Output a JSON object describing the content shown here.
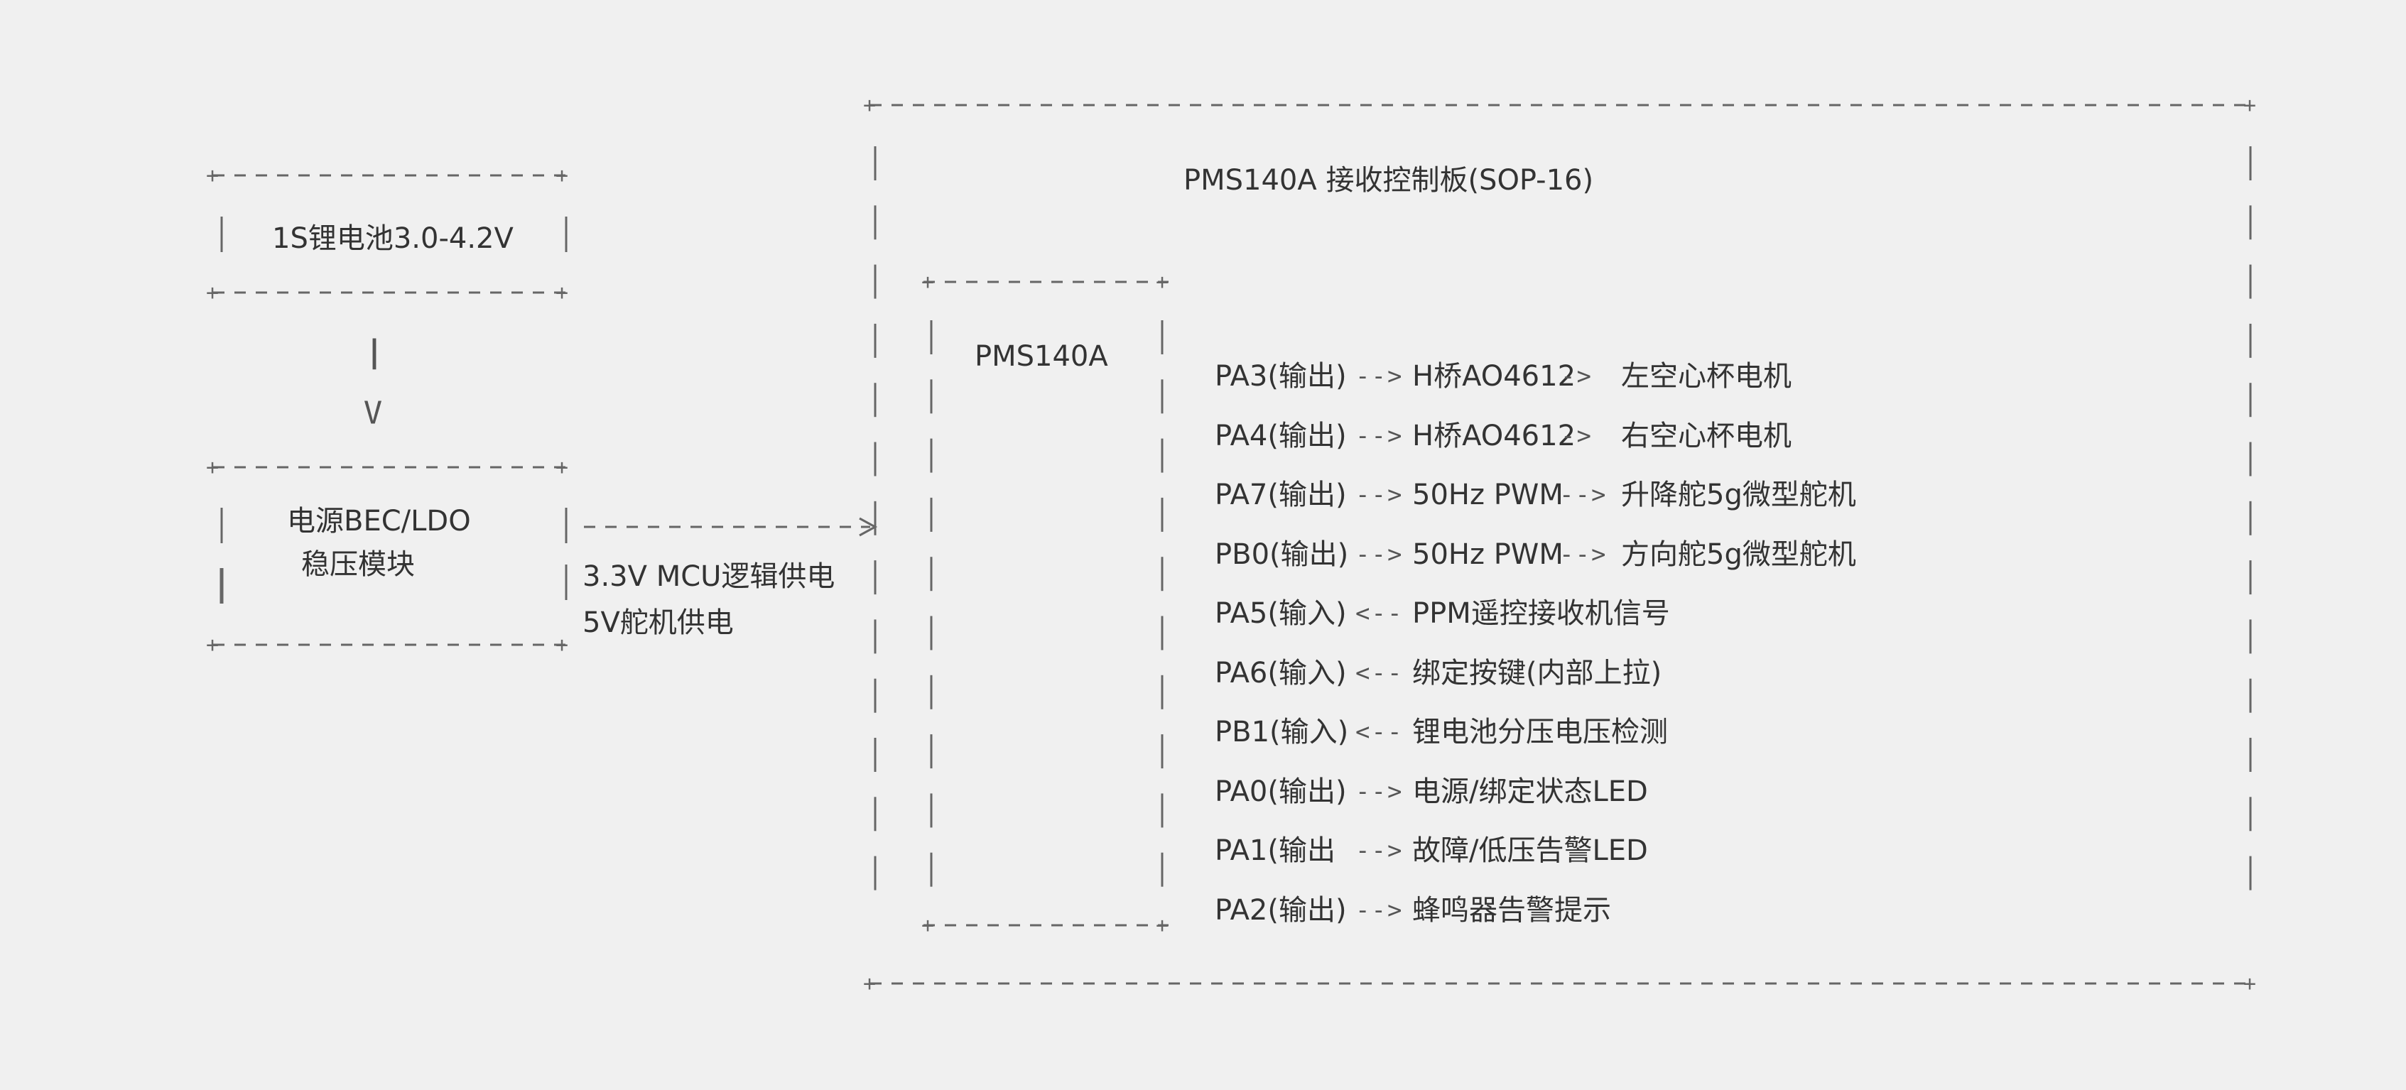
{
  "colors": {
    "background": "#f0f0f0",
    "line": "#666666",
    "text": "#333333"
  },
  "battery": {
    "label": "1S锂电池3.0-4.2V"
  },
  "down_arrow": {
    "stem": "|",
    "head": "V"
  },
  "regulator": {
    "line1": "电源BEC/LDO",
    "line2": "稳压模块"
  },
  "supply_link": {
    "line1": "3.3V MCU逻辑供电",
    "line2": "5V舵机供电"
  },
  "board": {
    "title": "PMS140A 接收控制板(SOP-16)"
  },
  "mcu": {
    "label": "PMS140A"
  },
  "pins": [
    {
      "pin": "PA3(输出)",
      "arrow": "-->",
      "target": "H桥AO4612",
      "arrow2": "->",
      "target2": "左空心杯电机"
    },
    {
      "pin": "PA4(输出)",
      "arrow": "-->",
      "target": "H桥AO4612",
      "arrow2": "->",
      "target2": "右空心杯电机"
    },
    {
      "pin": "PA7(输出)",
      "arrow": "-->",
      "target": "50Hz PWM",
      "arrow2": "-->",
      "target2": "升降舵5g微型舵机"
    },
    {
      "pin": "PB0(输出)",
      "arrow": "-->",
      "target": "50Hz PWM",
      "arrow2": "-->",
      "target2": "方向舵5g微型舵机"
    },
    {
      "pin": "PA5(输入)",
      "arrow": "<--",
      "target": "PPM遥控接收机信号",
      "arrow2": "",
      "target2": ""
    },
    {
      "pin": "PA6(输入)",
      "arrow": "<--",
      "target": "绑定按键(内部上拉)",
      "arrow2": "",
      "target2": ""
    },
    {
      "pin": "PB1(输入)",
      "arrow": "<--",
      "target": "锂电池分压电压检测",
      "arrow2": "",
      "target2": ""
    },
    {
      "pin": "PA0(输出)",
      "arrow": "-->",
      "target": "电源/绑定状态LED",
      "arrow2": "",
      "target2": ""
    },
    {
      "pin": "PA1(输出",
      "arrow": "-->",
      "target": "故障/低压告警LED",
      "arrow2": "",
      "target2": ""
    },
    {
      "pin": "PA2(输出)",
      "arrow": "-->",
      "target": "蜂鸣器告警提示",
      "arrow2": "",
      "target2": ""
    }
  ]
}
